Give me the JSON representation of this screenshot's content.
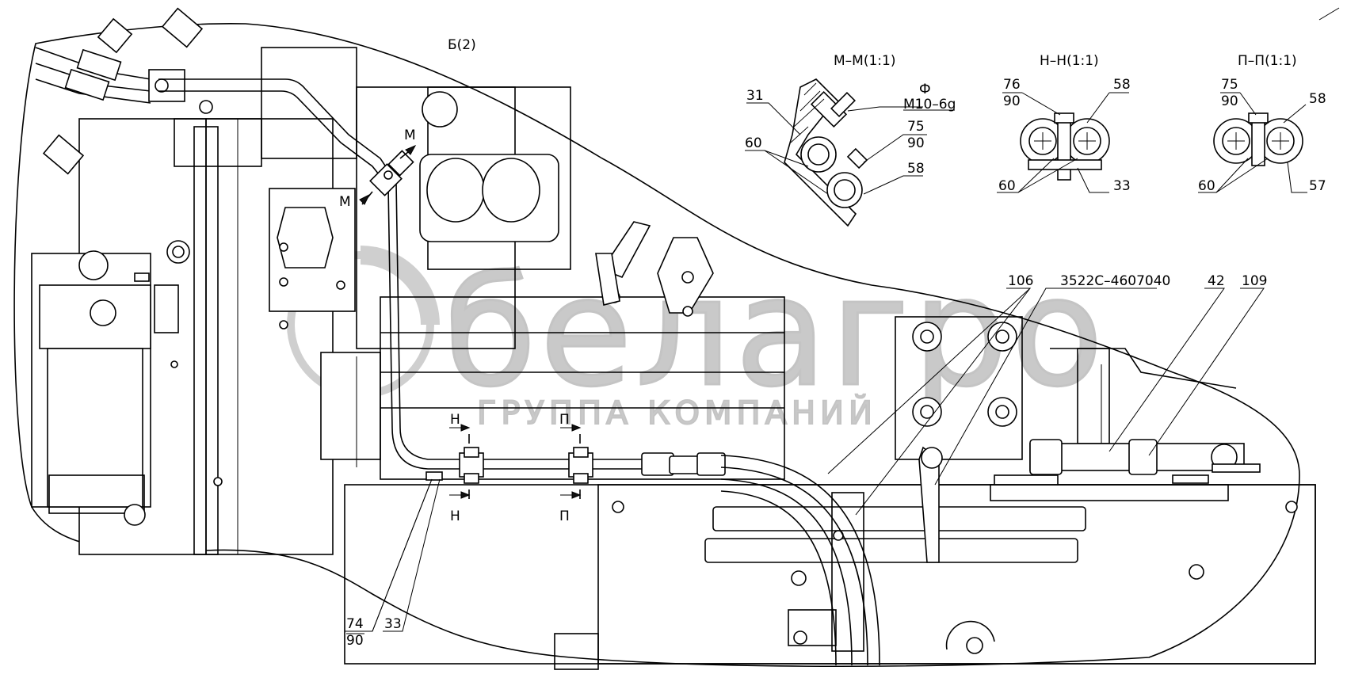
{
  "view_label": "Б(2)",
  "sections": {
    "mm": {
      "title": "М–М(1:1)",
      "callout": "Ф",
      "thread": "М10–6g",
      "p31": "31",
      "p60": "60",
      "p75": "75",
      "p90": "90",
      "p58": "58"
    },
    "nn": {
      "title": "Н–Н(1:1)",
      "p76": "76",
      "p90": "90",
      "p58": "58",
      "p60": "60",
      "p33": "33"
    },
    "pp": {
      "title": "П–П(1:1)",
      "p75": "75",
      "p90": "90",
      "p58": "58",
      "p60": "60",
      "p57": "57"
    }
  },
  "cut_letters": {
    "m": "М",
    "n": "Н",
    "p": "П"
  },
  "callouts": {
    "p106": "106",
    "part_number": "3522С–4607040",
    "p42": "42",
    "p109": "109",
    "p74": "74",
    "p90": "90",
    "p33": "33"
  },
  "watermark": {
    "logo": "белагро",
    "subtitle": "ГРУППА КОМПАНИЙ"
  }
}
